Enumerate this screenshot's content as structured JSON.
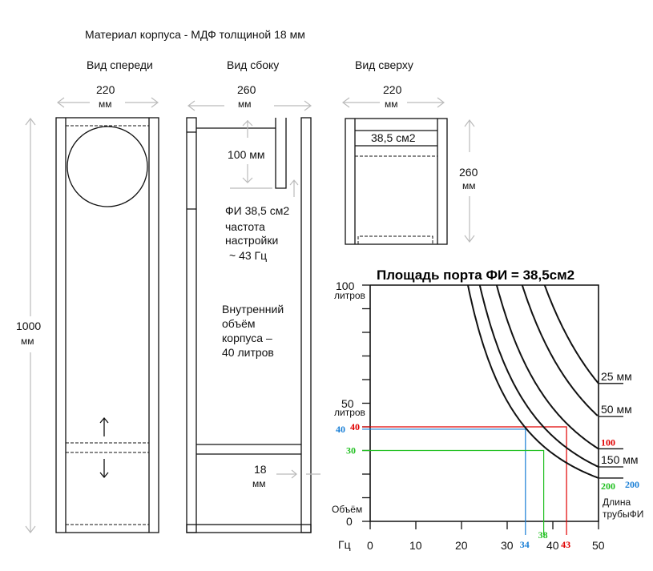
{
  "header": {
    "material": "Материал корпуса - МДФ толщиной 18 мм"
  },
  "front": {
    "title": "Вид спереди",
    "width": "220",
    "width_unit": "мм",
    "height": "1000",
    "height_unit": "мм"
  },
  "side": {
    "title": "Вид сбоку",
    "depth": "260",
    "depth_unit": "мм",
    "port_len": "100 мм",
    "port_lines": [
      "ФИ 38,5 см2",
      "частота",
      "настройки",
      "~ 43 Гц"
    ],
    "volume_lines": [
      "Внутренний",
      "объём",
      "корпуса  –",
      "40 литров"
    ],
    "thick": "18",
    "thick_unit": "мм"
  },
  "top": {
    "title": "Вид сверху",
    "width": "220",
    "width_unit": "мм",
    "area": "38,5 см2",
    "depth": "260",
    "depth_unit": "мм"
  },
  "chart_data": {
    "type": "line",
    "title": "Площадь порта ФИ = 38,5см2",
    "xlabel": "Гц",
    "ylabel": "Объём",
    "xlim": [
      0,
      50
    ],
    "ylim": [
      0,
      100
    ],
    "x_ticks": [
      "0",
      "10",
      "20",
      "30",
      "40",
      "50"
    ],
    "y_labels": {
      "top": "100",
      "top_unit": "литров",
      "mid": "50",
      "mid_unit": "литров",
      "zero": "0"
    },
    "legend_title": [
      "Длина",
      "трубыФИ"
    ],
    "series": [
      {
        "name": "25 мм",
        "f_at_100l": 38.2
      },
      {
        "name": "50 мм",
        "f_at_100l": 33.3
      },
      {
        "name": "100",
        "f_at_100l": 27.7
      },
      {
        "name": "150 мм",
        "f_at_100l": 24.0
      },
      {
        "name": "200",
        "f_at_100l": 21.4
      }
    ],
    "series_label_200_blue": "200",
    "annotations": [
      {
        "color": "#e00000",
        "volume": 40,
        "freq": 43,
        "vlabel": "40",
        "flabel": "43"
      },
      {
        "color": "#1a7fd6",
        "volume": 39,
        "freq": 34,
        "vlabel": "40",
        "flabel": "34"
      },
      {
        "color": "#22c022",
        "volume": 30,
        "freq": 38,
        "vlabel": "30",
        "flabel": "38"
      }
    ]
  }
}
